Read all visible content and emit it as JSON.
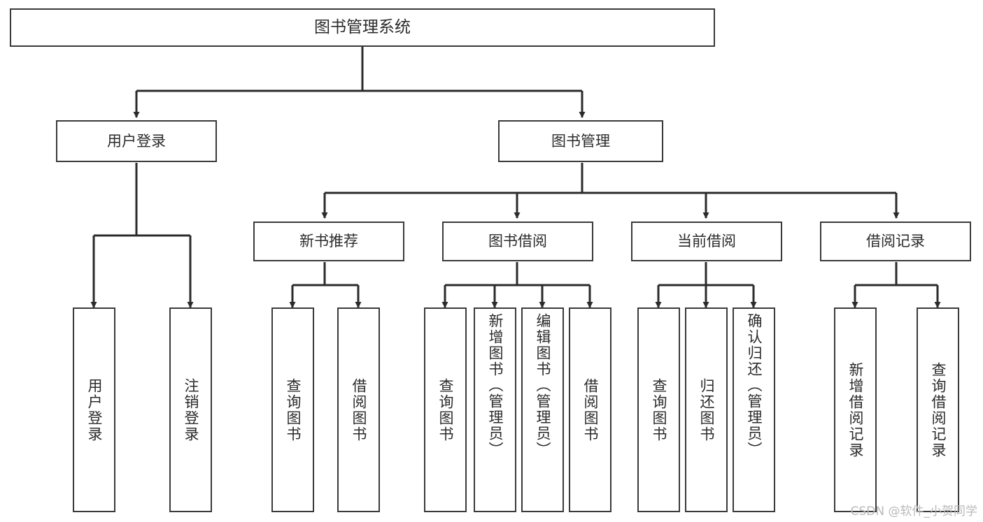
{
  "diagram": {
    "title": "图书管理系统",
    "watermark": "CSDN @软件_小贺同学",
    "line_color": "#2b2b2b",
    "border_color": "#3a3a3a",
    "background_color": "#ffffff",
    "text_color": "#2b2b2b",
    "levels": {
      "root": {
        "label": "图书管理系统"
      },
      "level2": [
        {
          "id": "user-login",
          "label": "用户登录"
        },
        {
          "id": "book-management",
          "label": "图书管理"
        }
      ],
      "level3": [
        {
          "id": "new-book-recommend",
          "label": "新书推荐"
        },
        {
          "id": "book-borrow",
          "label": "图书借阅"
        },
        {
          "id": "current-borrow",
          "label": "当前借阅"
        },
        {
          "id": "borrow-record",
          "label": "借阅记录"
        }
      ],
      "leaves": [
        {
          "id": "leaf-user-login",
          "label": "用户登录",
          "parent": "user-login"
        },
        {
          "id": "leaf-logout",
          "label": "注销登录",
          "parent": "user-login"
        },
        {
          "id": "leaf-query-book-1",
          "label": "查询图书",
          "parent": "new-book-recommend"
        },
        {
          "id": "leaf-borrow-book-1",
          "label": "借阅图书",
          "parent": "new-book-recommend"
        },
        {
          "id": "leaf-query-book-2",
          "label": "查询图书",
          "parent": "book-borrow"
        },
        {
          "id": "leaf-add-book",
          "label": "新增图书（管理员）",
          "parent": "book-borrow"
        },
        {
          "id": "leaf-edit-book",
          "label": "编辑图书（管理员）",
          "parent": "book-borrow"
        },
        {
          "id": "leaf-borrow-book-2",
          "label": "借阅图书",
          "parent": "book-borrow"
        },
        {
          "id": "leaf-query-book-3",
          "label": "查询图书",
          "parent": "current-borrow"
        },
        {
          "id": "leaf-return-book",
          "label": "归还图书",
          "parent": "current-borrow"
        },
        {
          "id": "leaf-confirm-return",
          "label": "确认归还（管理员）",
          "parent": "current-borrow"
        },
        {
          "id": "leaf-add-record",
          "label": "新增借阅记录",
          "parent": "borrow-record"
        },
        {
          "id": "leaf-query-record",
          "label": "查询借阅记录",
          "parent": "borrow-record"
        }
      ]
    }
  }
}
